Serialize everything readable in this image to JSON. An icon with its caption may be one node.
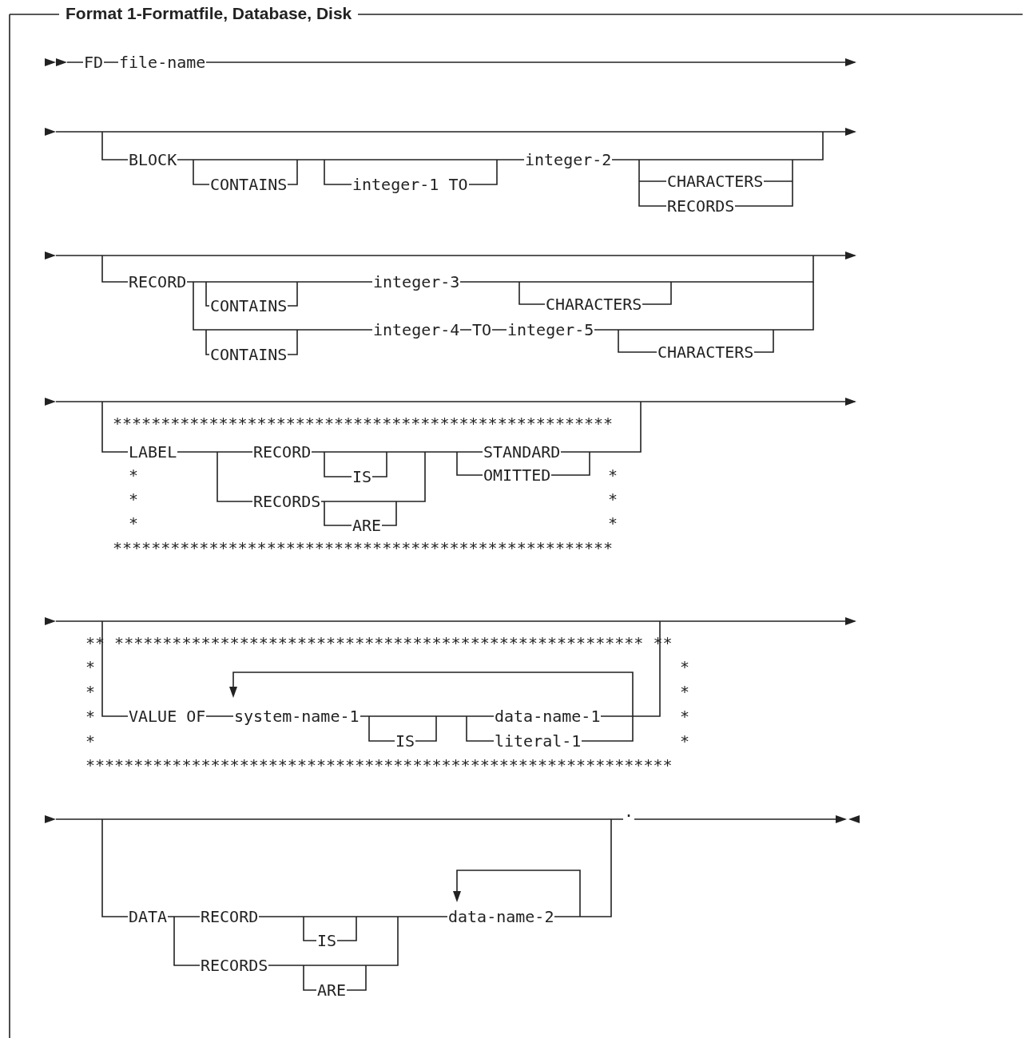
{
  "diagram": {
    "title": "Format 1-Formatfile, Database, Disk",
    "labels": [
      "FD",
      "file-name",
      "BLOCK",
      "integer-2",
      "CONTAINS",
      "integer-1 TO",
      "CHARACTERS",
      "RECORDS",
      "RECORD",
      "integer-3",
      "CONTAINS",
      "CHARACTERS",
      "integer-4",
      "TO",
      "integer-5",
      "CONTAINS",
      "CHARACTERS",
      "****************************************************",
      "LABEL",
      "RECORD",
      "STANDARD",
      "*",
      "IS",
      "OMITTED",
      "*",
      "*",
      "RECORDS",
      "*",
      "*",
      "ARE",
      "*",
      "****************************************************",
      "** ******************************************************* **",
      "*",
      "*",
      "*",
      "*",
      "*",
      "VALUE OF",
      "system-name-1",
      "data-name-1",
      "*",
      "*",
      "IS",
      "literal-1",
      "*",
      "*************************************************************",
      ".",
      "DATA",
      "RECORD",
      "data-name-2",
      "IS",
      "RECORDS",
      "ARE"
    ]
  }
}
